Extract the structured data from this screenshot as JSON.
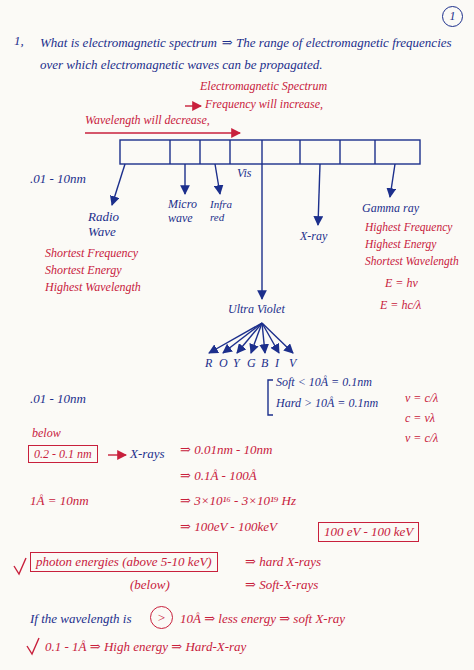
{
  "diagram": {
    "title": "What is electromagnetic spectrum",
    "nodes": [
      {
        "text": [
          "1"
        ]
      },
      {
        "text": [
          "0.2 - 0.1 nm"
        ]
      },
      {
        "text": [
          "100 eV - 100 keV"
        ]
      },
      {
        "text": [
          "photon energies (above 5-10 keV)"
        ]
      },
      {
        "text": [
          ">"
        ]
      }
    ],
    "labels": [
      "1,",
      "⇒ The range of electromagnetic frequencies over which electromagnetic waves can be propagated.",
      "Electromagnetic Spectrum",
      "Frequency will increase,",
      "Wavelength will decrease,",
      ".01 - 10nm",
      "Radio Wave",
      "Micro wave",
      "Infra red",
      "Vis",
      "X-ray",
      "Gamma ray",
      "Shortest Frequency",
      "Shortest Energy",
      "Highest Wavelength",
      "Highest Frequency",
      "Highest Energy",
      "Shortest Wavelength",
      "E = hν",
      "E = hc/λ",
      "Ultra Violet",
      "R",
      "O",
      "Y",
      "G",
      "B",
      "I",
      "V",
      "Soft < 10Å = 0.1nm",
      "Hard > 10Å = 0.1nm",
      "ν = c/λ",
      "c = νλ",
      "ν = c/λ",
      ".01 - 10nm",
      "below",
      "X-rays",
      "⇒ 0.01nm - 10nm",
      "⇒ 0.1Å - 100Å",
      "1Å = 10nm",
      "⇒ 3×10¹⁶ - 3×10¹⁹ Hz",
      "⇒ 100eV - 100keV",
      "⇒ hard X-rays",
      "(below)",
      "⇒ Soft-X-rays",
      "If the wavelength is",
      "10Å ⇒ less energy ⇒ soft X-ray",
      "0.1 - 1Å ⇒ High energy ⇒ Hard-X-ray"
    ]
  }
}
